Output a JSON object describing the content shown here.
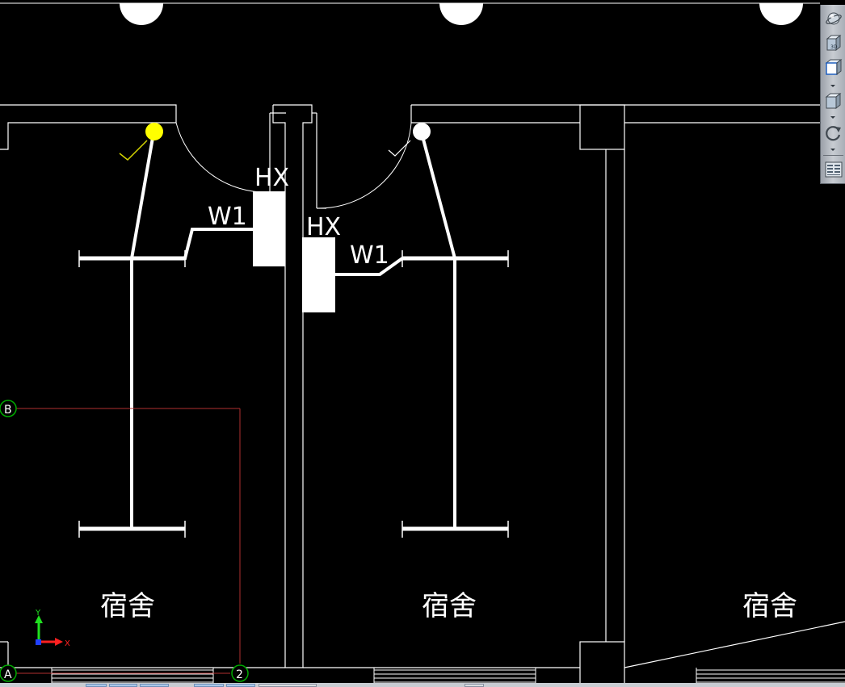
{
  "drawing": {
    "room_label": "宿舍",
    "hx_label": "HX",
    "wire_label": "W1",
    "grid_axes": {
      "row_b": "B",
      "row_a": "A",
      "col_2": "2"
    },
    "ucs": {
      "x_label": "X",
      "y_label": "Y"
    },
    "colors": {
      "background": "#000000",
      "geometry": "#ffffff",
      "selected_fixture": "#ffff00",
      "grid_line": "#b03030",
      "grid_bubble": "#00aa00",
      "ucs_x": "#ff2020",
      "ucs_y": "#20e020",
      "ucs_origin": "#2040ff"
    }
  },
  "toolbar": {
    "buttons": [
      {
        "name": "orbit",
        "icon": "orbit-icon"
      },
      {
        "name": "3d-view",
        "icon": "3d-cube-icon",
        "label": "3D"
      },
      {
        "name": "view-box",
        "icon": "view-box-icon"
      },
      {
        "name": "box-view",
        "icon": "box-view-icon"
      },
      {
        "name": "rotate",
        "icon": "rotate-icon"
      },
      {
        "name": "layout-grid",
        "icon": "layout-grid-icon"
      }
    ]
  }
}
